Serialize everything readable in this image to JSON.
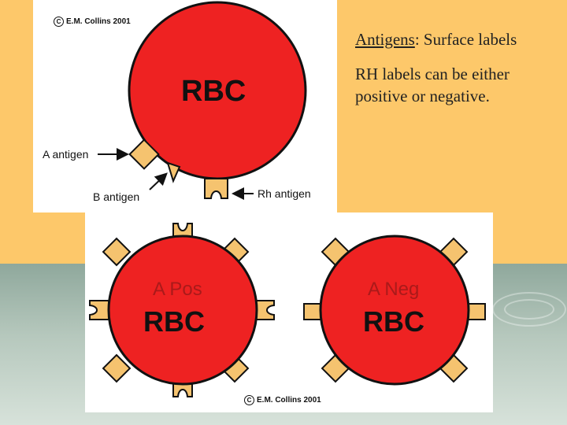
{
  "top_diagram": {
    "copyright": "E.M. Collins 2001",
    "cell_label": "RBC",
    "label_a_antigen": "A antigen",
    "label_b_antigen": "B antigen",
    "label_rh_antigen": "Rh antigen"
  },
  "bottom_diagram": {
    "left_cell": {
      "type": "A Pos",
      "label": "RBC"
    },
    "right_cell": {
      "type": "A Neg",
      "label": "RBC"
    },
    "copyright": "E.M. Collins 2001"
  },
  "text": {
    "term": "Antigens",
    "definition": ": Surface labels",
    "rh_note": "RH labels can be either positive or negative."
  },
  "colors": {
    "background_top": "#fdc86a",
    "cell_red": "#ee2222",
    "antigen_tan": "#f5c36f",
    "text_red": "#aa1a1a"
  }
}
